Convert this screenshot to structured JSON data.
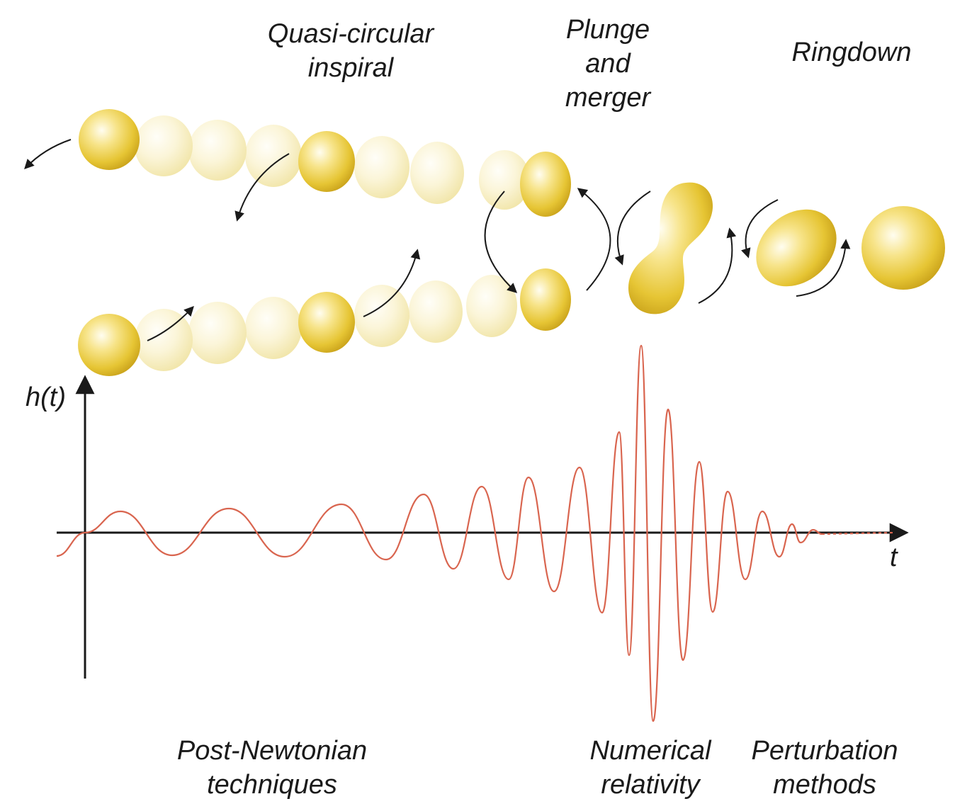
{
  "phases": {
    "inspiral": [
      "Quasi-circular",
      "inspiral"
    ],
    "merger": [
      "Plunge",
      "and",
      "merger"
    ],
    "ringdown": [
      "Ringdown"
    ]
  },
  "methods": {
    "post_newtonian": [
      "Post-Newtonian",
      "techniques"
    ],
    "numerical": [
      "Numerical",
      "relativity"
    ],
    "perturbation": [
      "Perturbation",
      "methods"
    ]
  },
  "axes": {
    "y_label": "h(t)",
    "x_label": "t"
  },
  "colors": {
    "waveform": "#d9654f",
    "body_bright": "#e9c93a",
    "body_faded": "#f7efc4",
    "axis": "#1a1a1a",
    "text": "#1a1a1a"
  },
  "icons": [
    "orbit-arrow-icon",
    "black-hole-sphere-icon"
  ]
}
